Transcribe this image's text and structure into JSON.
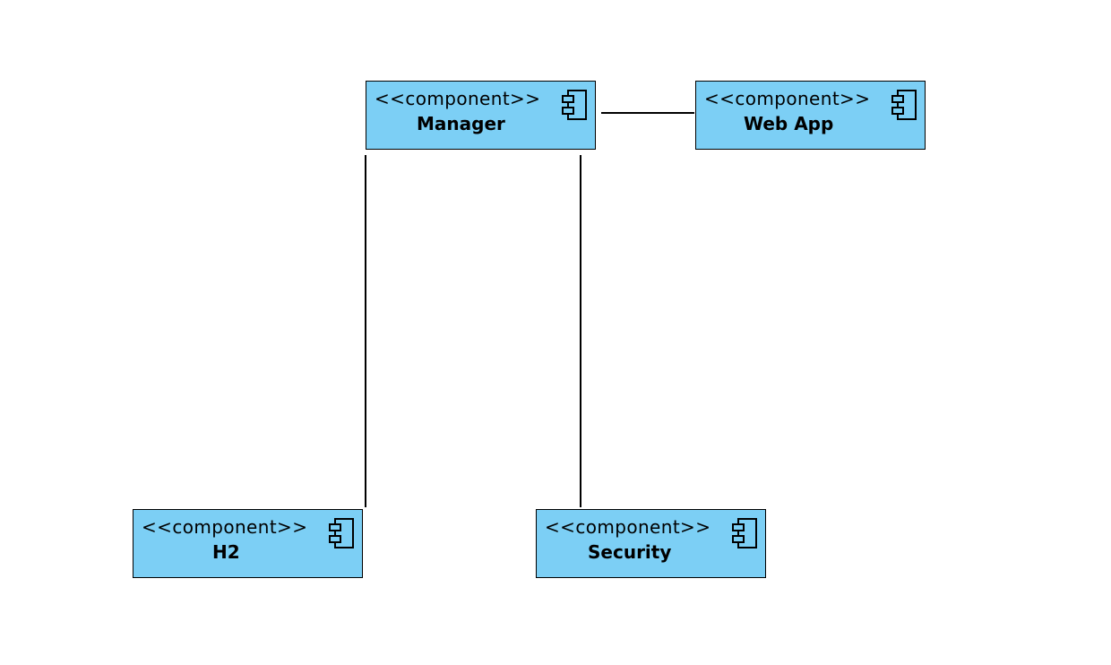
{
  "diagram": {
    "type": "uml-component-diagram",
    "colors": {
      "component_fill": "#7ccff5",
      "stroke": "#000000",
      "background": "#ffffff"
    },
    "components": [
      {
        "id": "manager",
        "stereotype": "<<component>>",
        "name": "Manager",
        "icon": "component-icon"
      },
      {
        "id": "webapp",
        "stereotype": "<<component>>",
        "name": "Web App",
        "icon": "component-icon"
      },
      {
        "id": "h2",
        "stereotype": "<<component>>",
        "name": "H2",
        "icon": "component-icon"
      },
      {
        "id": "security",
        "stereotype": "<<component>>",
        "name": "Security",
        "icon": "component-icon"
      }
    ],
    "connectors": [
      {
        "from": "manager",
        "to": "webapp"
      },
      {
        "from": "manager",
        "to": "h2"
      },
      {
        "from": "manager",
        "to": "security"
      }
    ]
  }
}
